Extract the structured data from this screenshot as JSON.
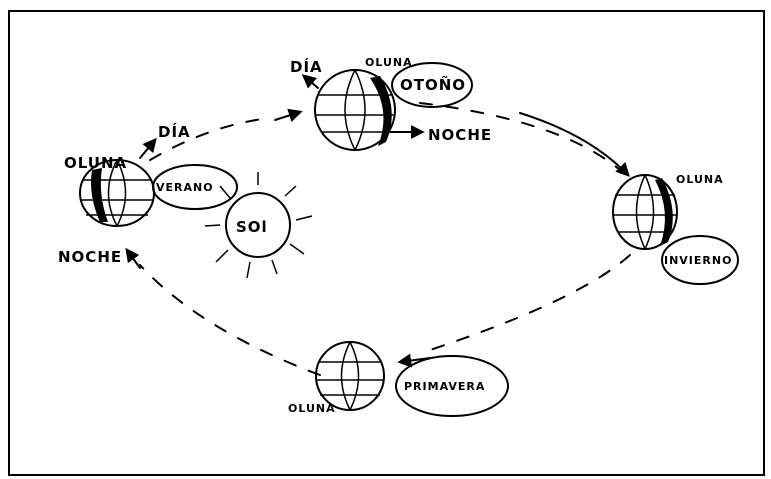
{
  "sun": {
    "label": "SOl"
  },
  "positions": {
    "left": {
      "luna": "OLUNA",
      "dia": "DÍA",
      "noche": "NOCHE",
      "season": "VERANO"
    },
    "top": {
      "luna": "OLUNA.",
      "dia": "DÍA",
      "noche": "NOCHE",
      "season": "OTOÑO"
    },
    "right": {
      "luna": "OLUNA",
      "season": "INVIERNO"
    },
    "bottom": {
      "luna": "OLUNA",
      "season": "PRIMAVERA"
    }
  }
}
